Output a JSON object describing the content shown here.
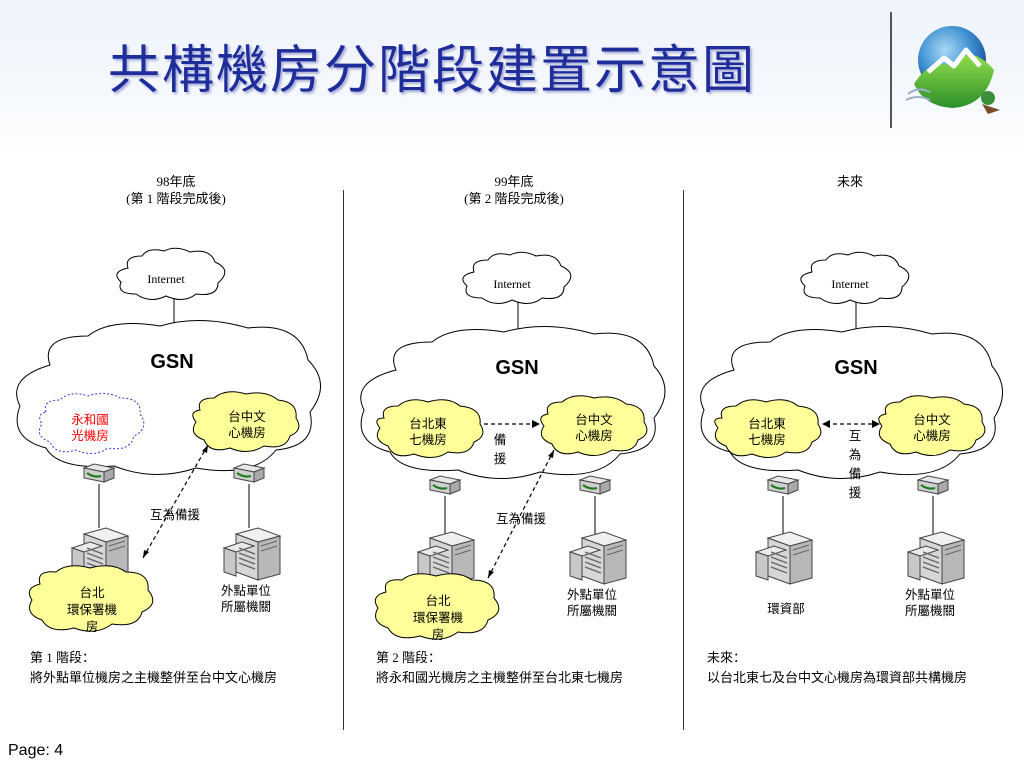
{
  "title": "共構機房分階段建置示意圖",
  "page": "Page: 4",
  "columns": [
    {
      "heading_line1": "98年底",
      "heading_line2": "(第 1 階段完成後)",
      "internet": "Internet",
      "gsn": "GSN",
      "room_a": [
        "永和國",
        "光機房"
      ],
      "room_b": [
        "台中文",
        "心機房"
      ],
      "backup_label": "互為備援",
      "external_bubble": [
        "台北",
        "環保署機",
        "房"
      ],
      "remote_units": [
        "外點單位",
        "所屬機關"
      ],
      "caption_line1": "第 1 階段：",
      "caption_line2": "將外點單位機房之主機整併至台中文心機房"
    },
    {
      "heading_line1": "99年底",
      "heading_line2": "(第 2 階段完成後)",
      "internet": "Internet",
      "gsn": "GSN",
      "room_a": [
        "台北東",
        "七機房"
      ],
      "room_b": [
        "台中文",
        "心機房"
      ],
      "inner_backup": [
        "備",
        "援"
      ],
      "backup_label": "互為備援",
      "external_bubble": [
        "台北",
        "環保署機",
        "房"
      ],
      "remote_units": [
        "外點單位",
        "所屬機關"
      ],
      "caption_line1": "第 2 階段：",
      "caption_line2": "將永和國光機房之主機整併至台北東七機房"
    },
    {
      "heading_line1": "未來",
      "internet": "Internet",
      "gsn": "GSN",
      "room_a": [
        "台北東",
        "七機房"
      ],
      "room_b": [
        "台中文",
        "心機房"
      ],
      "mutual_backup": [
        "互",
        "為",
        "備",
        "援"
      ],
      "epa_label": "環資部",
      "remote_units": [
        "外點單位",
        "所屬機關"
      ],
      "caption_line1": "未來：",
      "caption_line2": "以台北東七及台中文心機房為環資部共構機房"
    }
  ],
  "colors": {
    "title": "#1f2d9b",
    "bubble_yellow": "#ffff99",
    "highlight_red": "#ff0000",
    "highlight_blue_outline": "#3333cc"
  }
}
